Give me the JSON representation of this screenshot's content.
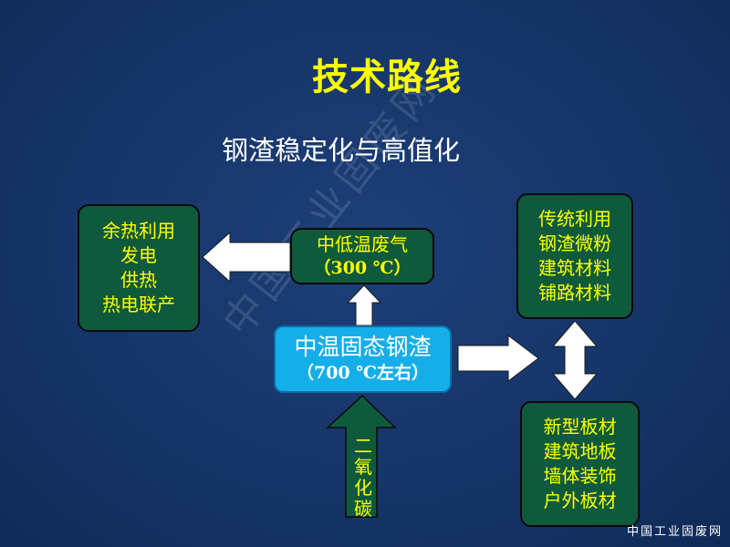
{
  "title": "技术路线",
  "subtitle": "钢渣稳定化与高值化",
  "center": {
    "line1": "中温固态钢渣",
    "line2": "（700 ℃左右）"
  },
  "gas_box": {
    "line1": "中低温废气",
    "line2": "（300 ℃）"
  },
  "heat_box": [
    "余热利用",
    "发电",
    "供热",
    "热电联产"
  ],
  "trad_box": [
    "传统利用",
    "钢渣微粉",
    "建筑材料",
    "铺路材料"
  ],
  "new_box": [
    "新型板材",
    "建筑地板",
    "墙体装饰",
    "户外板材"
  ],
  "co2_label": "二氧化碳",
  "watermark": "中国工业固废网",
  "colors": {
    "title": "#ffff00",
    "box_fill": "#0f5a3c",
    "center_fill": "#16aee8",
    "arrow_green": "#0f5a3c"
  }
}
